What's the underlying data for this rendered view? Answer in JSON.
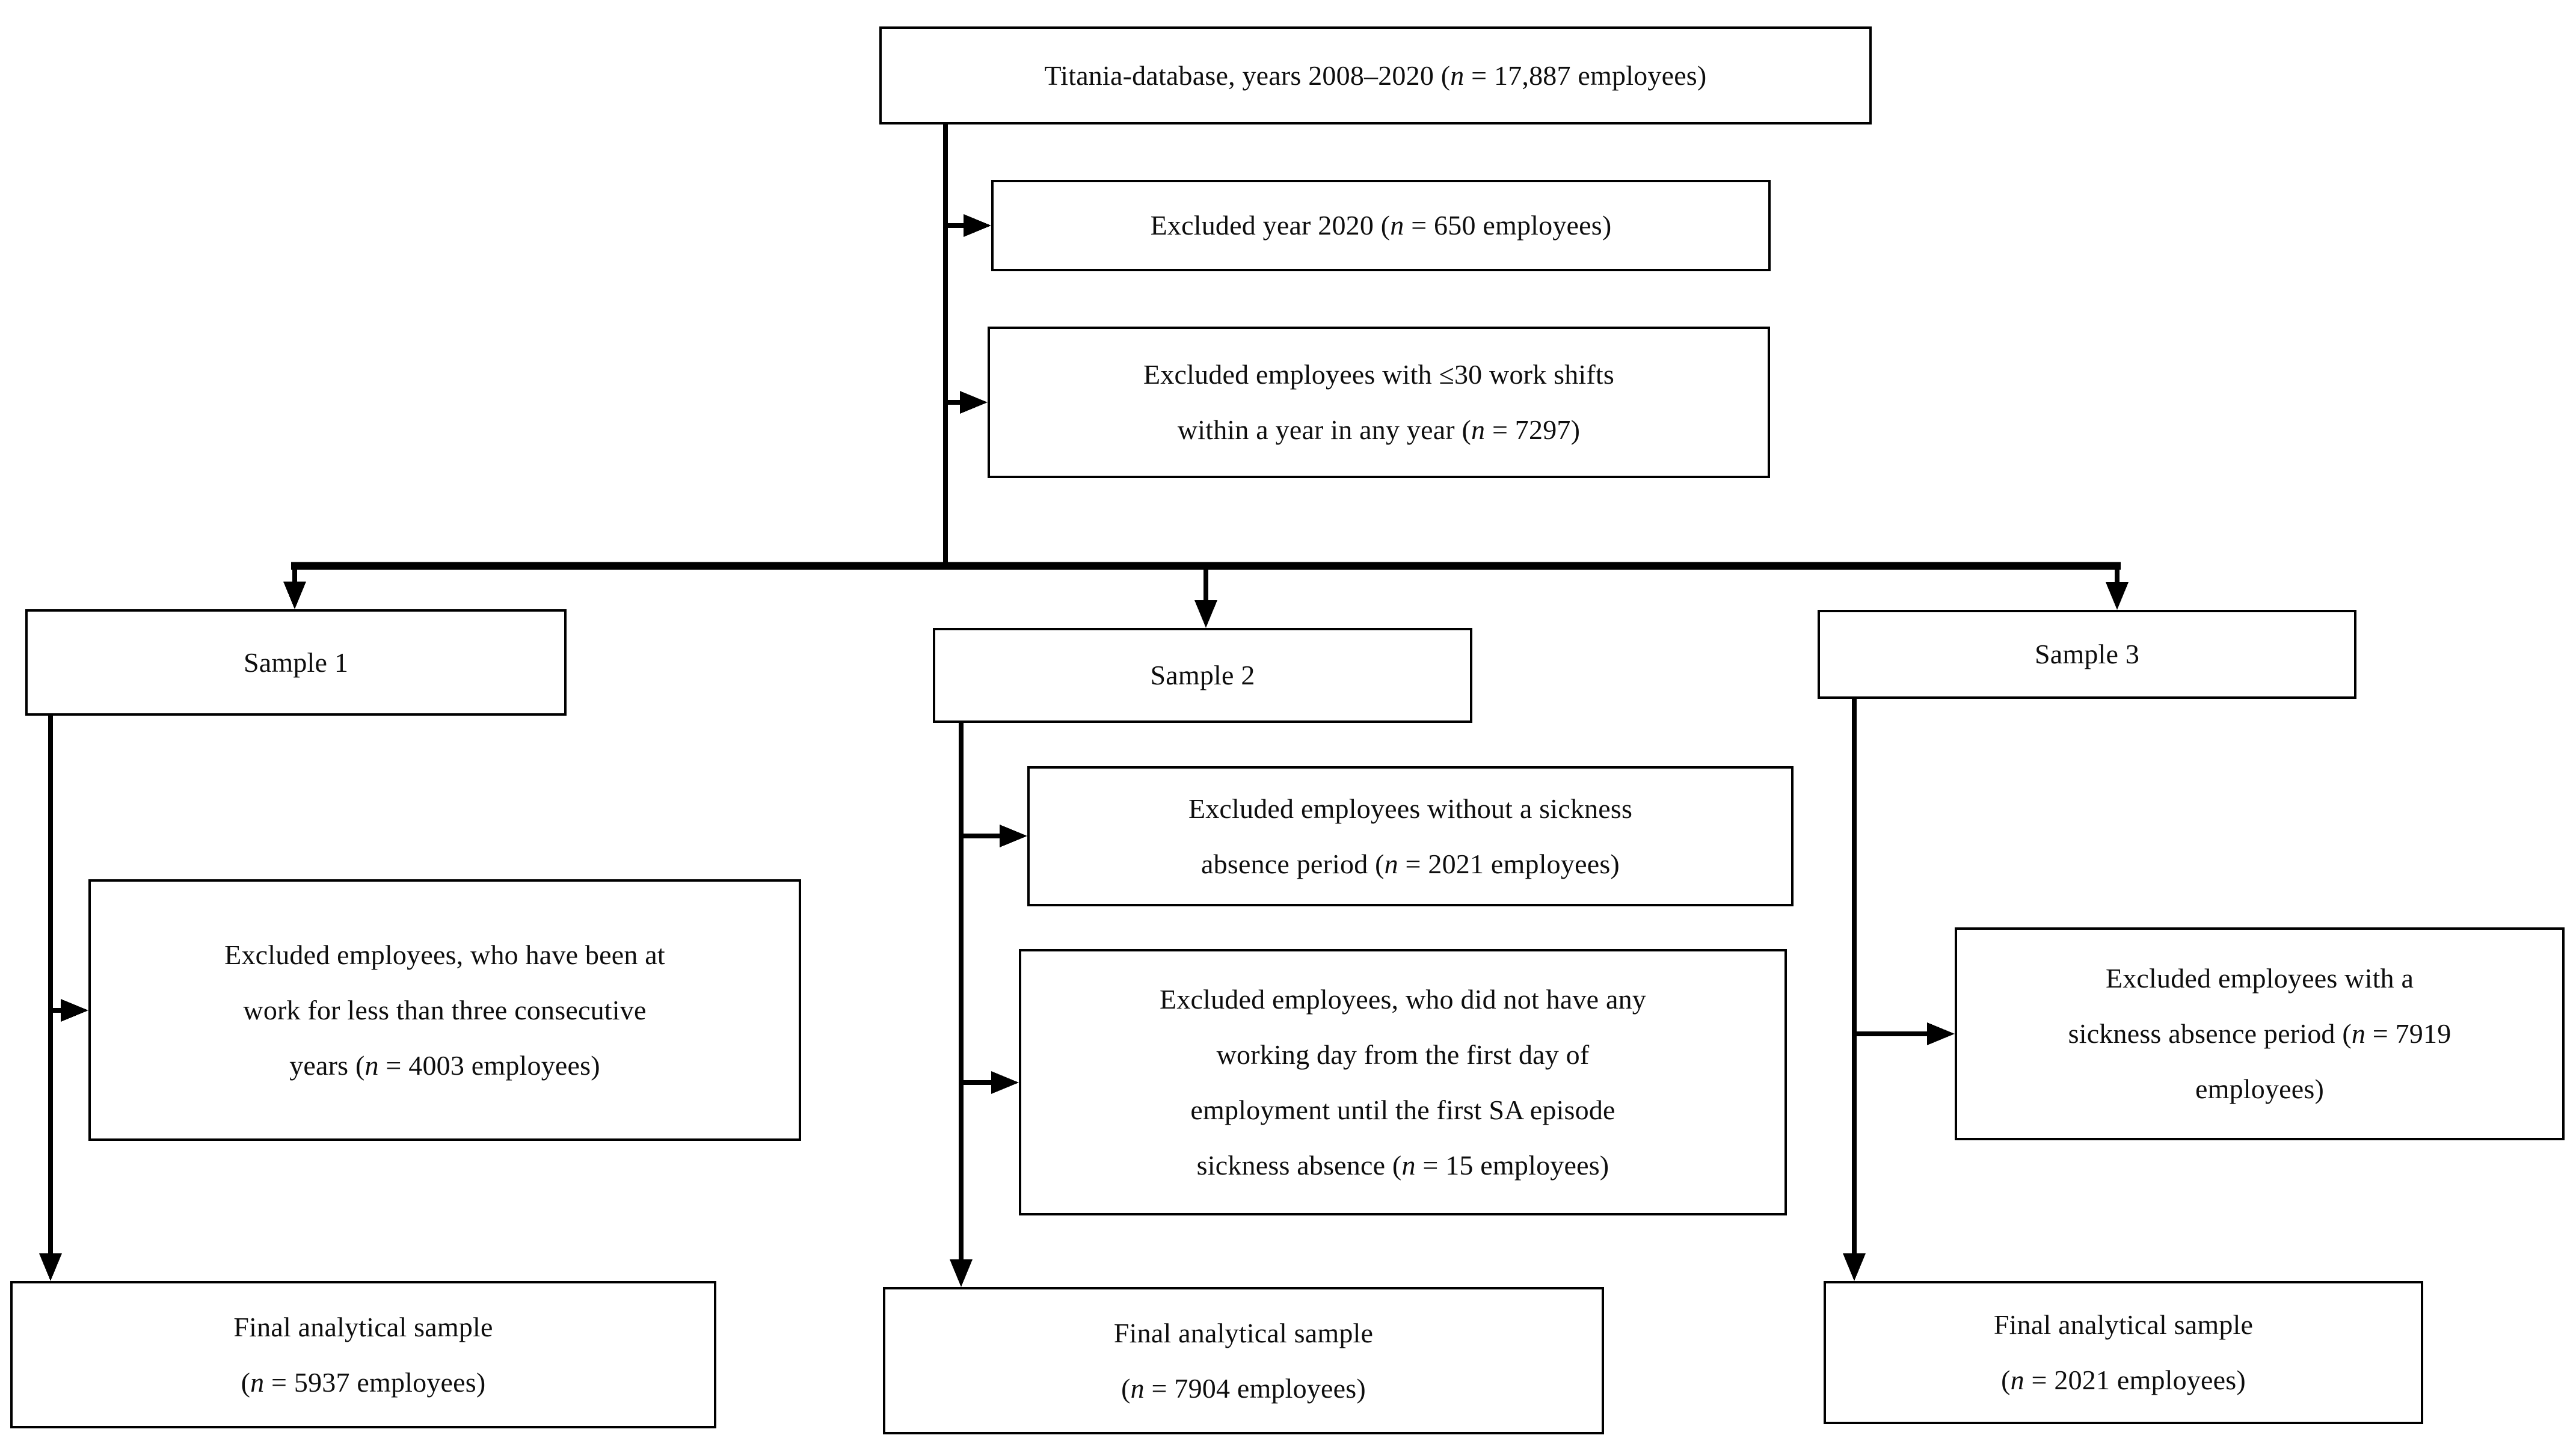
{
  "figure": {
    "description_visible_text_only": true
  },
  "colors": {
    "line": "#000000",
    "box_border": "#000000",
    "box_background": "#ffffff",
    "text": "#0e0e0e",
    "page_background": "#ffffff"
  },
  "boxes": {
    "source": "Titania-database, years 2008–2020 (n = 17,887 employees)",
    "excluded_2020": "Excluded year 2020 (n = 650 employees)",
    "excluded_shifts": "Excluded employees with ≤30 work shifts\nwithin a year in any year (n = 7297)",
    "sample1": "Sample 1",
    "sample2": "Sample 2",
    "sample3": "Sample 3",
    "sample1_exclusion": "Excluded employees, who have been at\nwork for less than three consecutive\nyears (n = 4003 employees)",
    "sample2_exclusion_a": "Excluded employees without a sickness\nabsence period (n = 2021 employees)",
    "sample2_exclusion_b": "Excluded employees, who did not have any\nworking day from the first day of\nemployment until the first SA episode\nsickness absence (n = 15 employees)",
    "sample3_exclusion": "Excluded employees with a\nsickness absence period (n = 7919\nemployees)",
    "final_sample1": "Final analytical sample\n(n = 5937 employees)",
    "final_sample2": "Final analytical sample\n(n = 7904 employees)",
    "final_sample3": "Final analytical sample\n(n = 2021 employees)"
  }
}
